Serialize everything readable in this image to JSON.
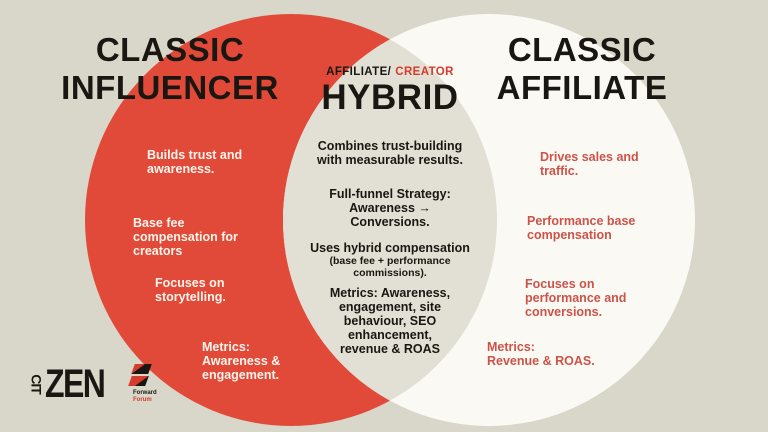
{
  "colors": {
    "bg": "#d9d6ca",
    "lens": "#e2dfd5",
    "circle-red": "#e14a39",
    "circle-white": "#faf9f4",
    "ink": "#1a1712",
    "text-on-red": "#fdf5ec",
    "accent-salmon": "#cd5348",
    "accent-red": "#d63b2b"
  },
  "left": {
    "title": "CLASSIC\nINFLUENCER",
    "items": [
      "Builds trust and\nawareness.",
      "Base fee\ncompensation for\ncreators",
      "Focuses on\nstorytelling.",
      "Metrics:\nAwareness &\nengagement."
    ]
  },
  "middle": {
    "header_black": "AFFILIATE/",
    "header_red": "CREATOR",
    "title": "HYBRID",
    "combines": "Combines trust-building\nwith measurable results.",
    "funnel": "Full-funnel Strategy:\nAwareness →\nConversions.",
    "uses_main": "Uses hybrid compensation",
    "uses_sub": "(base fee + performance\ncommissions).",
    "metrics": "Metrics: Awareness,\nengagement, site\nbehaviour, SEO\nenhancement,\nrevenue & ROAS"
  },
  "right": {
    "title": "CLASSIC\nAFFILIATE",
    "items": [
      "Drives sales and\ntraffic.",
      "Performance base\ncompensation",
      "Focuses on\nperformance and\nconversions.",
      "Metrics:\nRevenue & ROAS."
    ]
  },
  "logo": {
    "word_vertical": "CIT",
    "word_main": "ZEN",
    "tagline_forward": "Forward",
    "tagline_forum": "Forum"
  }
}
